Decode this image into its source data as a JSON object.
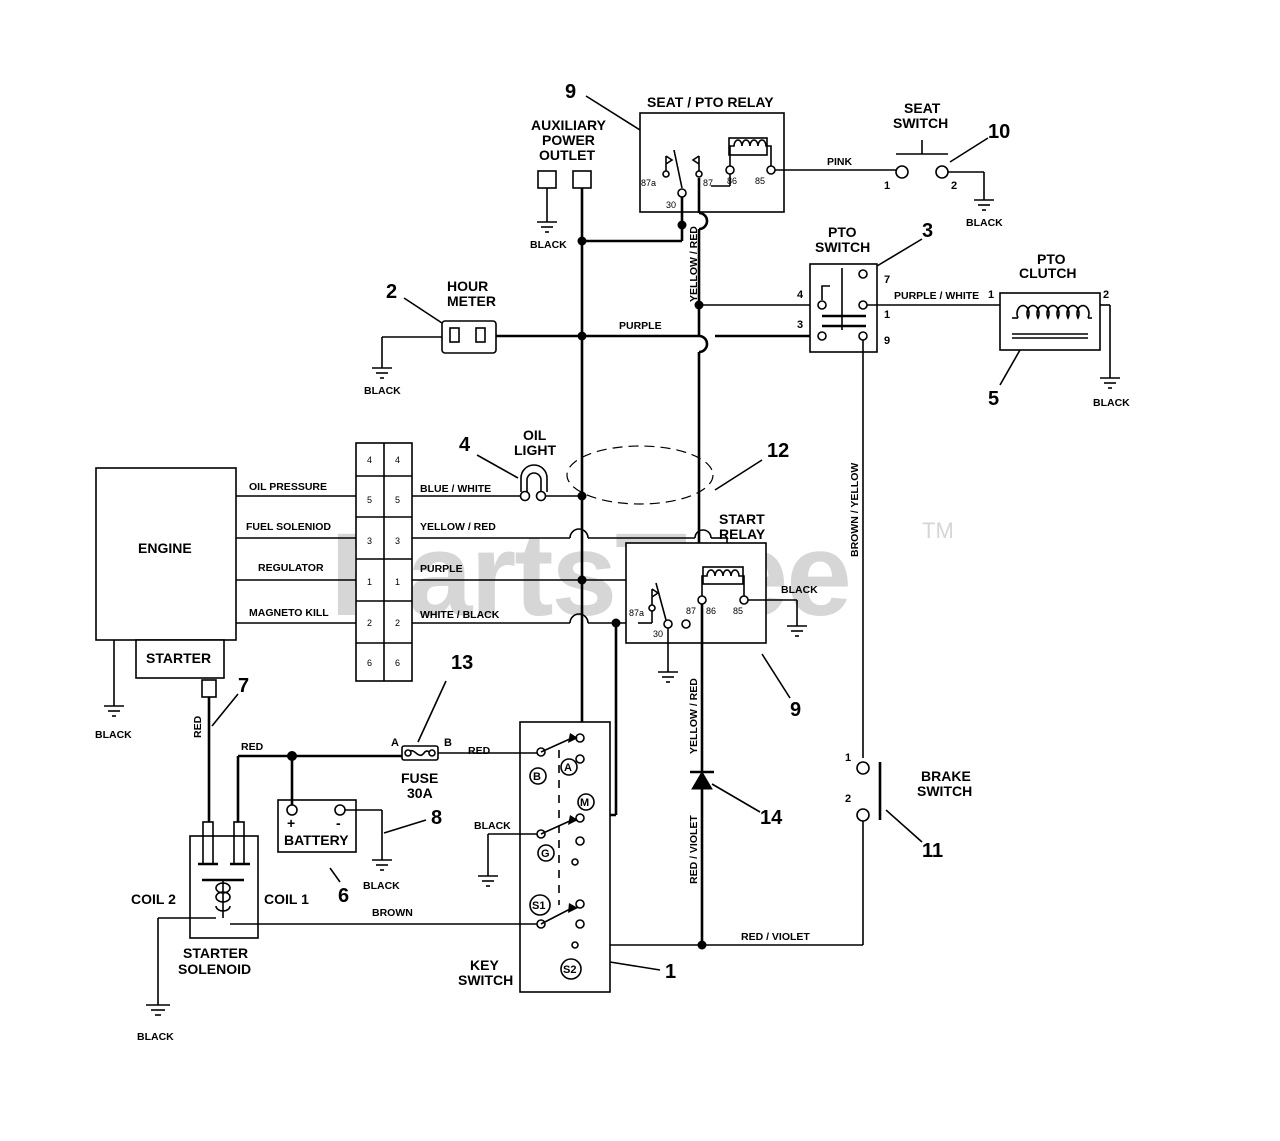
{
  "watermark": {
    "text": "PartsTree",
    "tm": "TM"
  },
  "callouts": {
    "c1": "1",
    "c2": "2",
    "c3": "3",
    "c4": "4",
    "c5": "5",
    "c6": "6",
    "c7": "7",
    "c8": "8",
    "c9a": "9",
    "c9b": "9",
    "c10": "10",
    "c11": "11",
    "c12": "12",
    "c13": "13",
    "c14": "14"
  },
  "components": {
    "seat_pto_relay": "SEAT / PTO RELAY",
    "aux_outlet": [
      "AUXILIARY",
      "POWER",
      "OUTLET"
    ],
    "seat_switch": [
      "SEAT",
      "SWITCH"
    ],
    "hour_meter": [
      "HOUR",
      "METER"
    ],
    "pto_switch": [
      "PTO",
      "SWITCH"
    ],
    "pto_clutch": [
      "PTO",
      "CLUTCH"
    ],
    "oil_light": [
      "OIL",
      "LIGHT"
    ],
    "engine": "ENGINE",
    "starter": "STARTER",
    "start_relay": [
      "START",
      "RELAY"
    ],
    "fuse": [
      "FUSE",
      "30A"
    ],
    "battery": "BATTERY",
    "key_switch": [
      "KEY",
      "SWITCH"
    ],
    "brake_switch": [
      "BRAKE",
      "SWITCH"
    ],
    "starter_solenoid": [
      "STARTER",
      "SOLENOID"
    ],
    "coil1": "COIL 1",
    "coil2": "COIL 2"
  },
  "engine_leads": {
    "oil_pressure": "OIL PRESSURE",
    "fuel_solenoid": "FUEL SOLENIOD",
    "regulator": "REGULATOR",
    "magneto_kill": "MAGNETO KILL"
  },
  "connector_pins": [
    "4",
    "5",
    "3",
    "1",
    "2",
    "6"
  ],
  "wires": {
    "pink": "PINK",
    "purple": "PURPLE",
    "purple_white": "PURPLE / WHITE",
    "blue_white": "BLUE / WHITE",
    "yellow_red": "YELLOW / RED",
    "white_black": "WHITE / BLACK",
    "red": "RED",
    "brown": "BROWN",
    "black": "BLACK",
    "red_violet": "RED / VIOLET",
    "brown_yellow": "BROWN / YELLOW"
  },
  "relay_pins": {
    "p87a": "87a",
    "p30": "30",
    "p87": "87",
    "p86": "86",
    "p85": "85"
  },
  "pin_nums": {
    "n1": "1",
    "n2": "2",
    "n3": "3",
    "n4": "4",
    "n7": "7",
    "n9": "9"
  },
  "key_positions": {
    "a": "A",
    "b": "B",
    "m": "M",
    "g": "G",
    "s1": "S1",
    "s2": "S2"
  },
  "fuse_terms": {
    "a": "A",
    "b": "B"
  },
  "battery_terms": {
    "pos": "+",
    "neg": "-"
  }
}
